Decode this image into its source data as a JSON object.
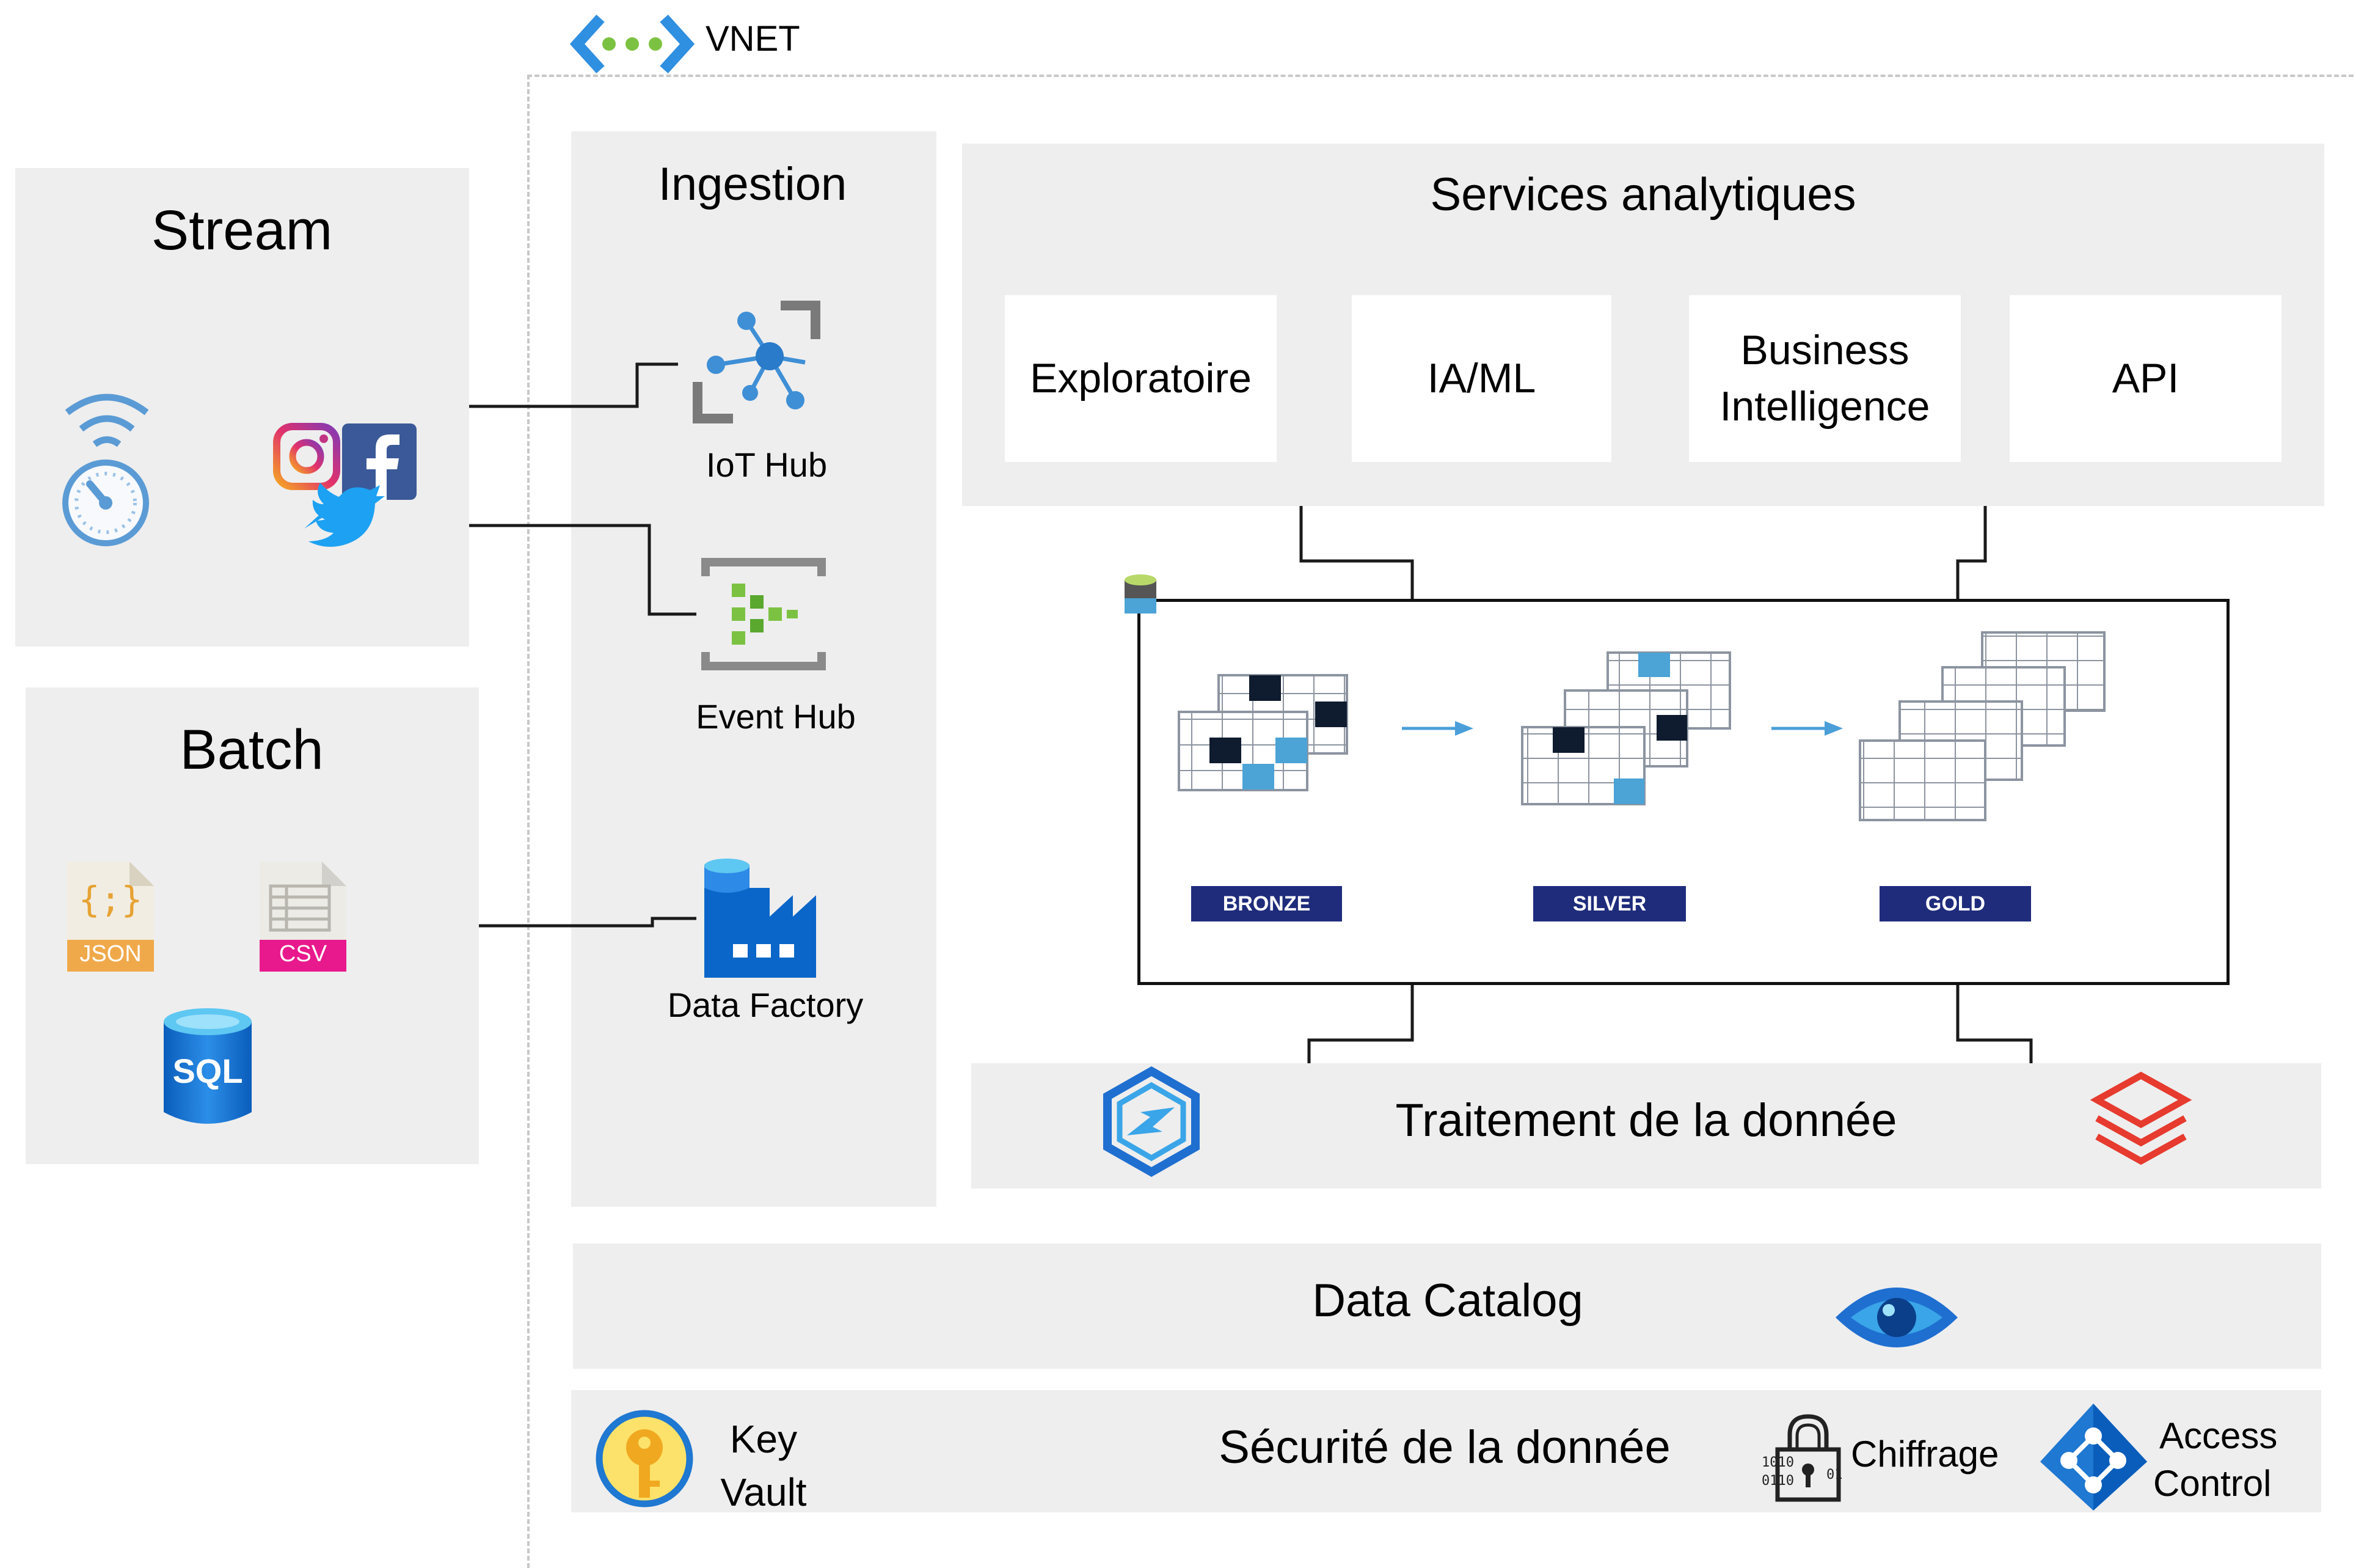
{
  "vnet": {
    "label": "VNET"
  },
  "stream": {
    "title": "Stream"
  },
  "batch": {
    "title": "Batch",
    "json_label": "JSON",
    "json_glyph": "{;}",
    "csv_label": "CSV",
    "sql_label": "SQL"
  },
  "ingestion": {
    "title": "Ingestion",
    "iot_hub": "IoT Hub",
    "event_hub": "Event Hub",
    "data_factory": "Data Factory"
  },
  "analytics": {
    "title": "Services analytiques",
    "cards": [
      {
        "line1": "Exploratoire",
        "line2": ""
      },
      {
        "line1": "IA/ML",
        "line2": ""
      },
      {
        "line1": "Business",
        "line2": "Intelligence"
      },
      {
        "line1": "API",
        "line2": ""
      }
    ]
  },
  "lake": {
    "stages": [
      "BRONZE",
      "SILVER",
      "GOLD"
    ]
  },
  "processing": {
    "title": "Traitement de la donnée"
  },
  "catalog": {
    "title": "Data Catalog"
  },
  "security": {
    "title": "Sécurité de la donnée",
    "key_vault_line1": "Key",
    "key_vault_line2": "Vault",
    "encryption": "Chiffrage",
    "access_line1": "Access",
    "access_line2": "Control"
  },
  "colors": {
    "panel": "#eeeeee",
    "stage_tag": "#1f2c7c",
    "cell_dark": "#0f1b2e",
    "cell_blue": "#4ba3d6",
    "arrow": "#4a9fd8",
    "azure_blue": "#0a6fc9",
    "databricks_red": "#e63b2e"
  }
}
